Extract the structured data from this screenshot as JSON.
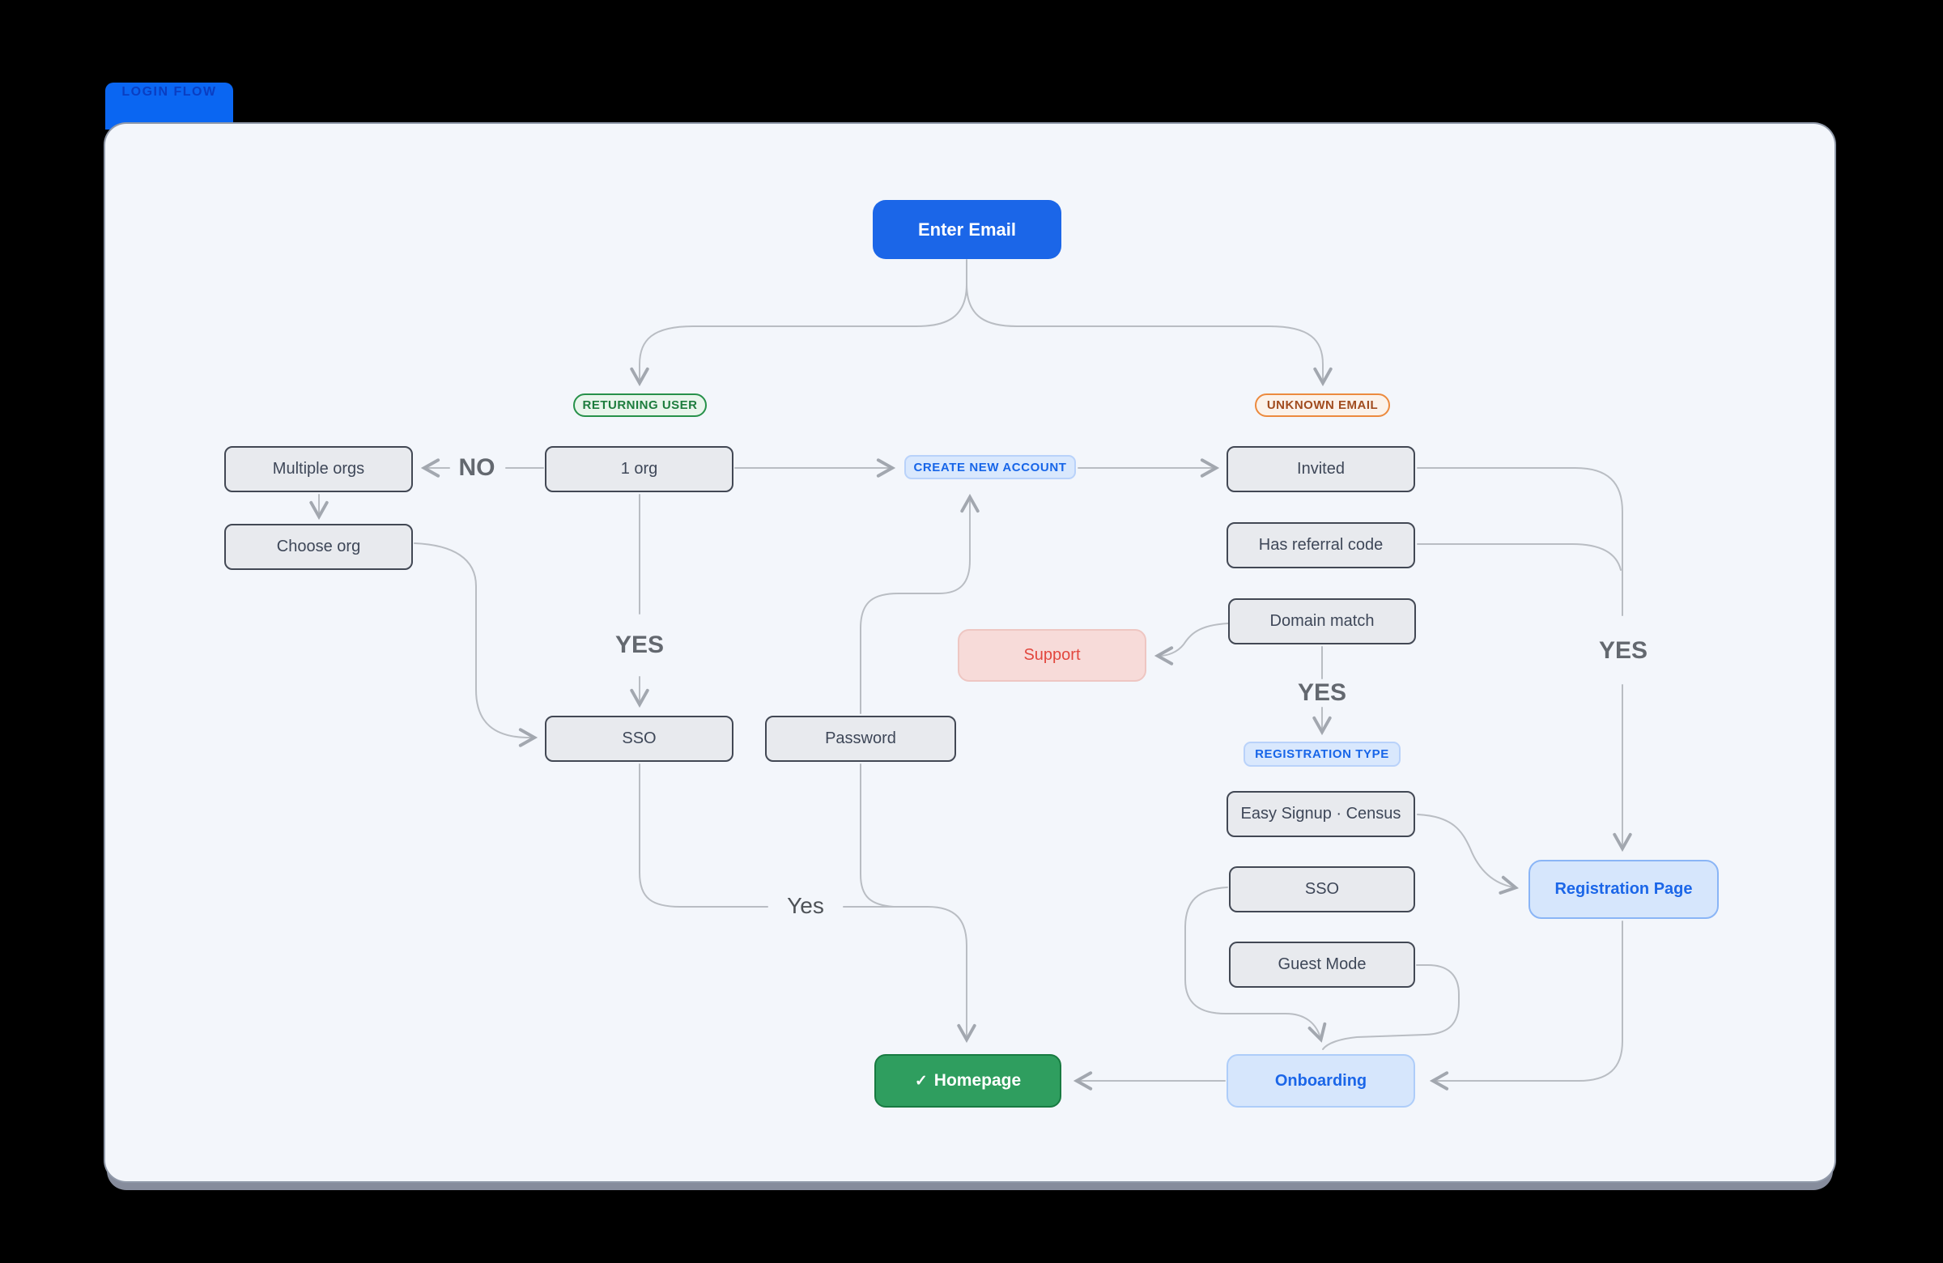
{
  "tab": {
    "title": "LOGIN FLOW"
  },
  "nodes": {
    "enter_email": {
      "label": "Enter Email"
    },
    "returning_user": {
      "label": "RETURNING USER"
    },
    "unknown_email": {
      "label": "UNKNOWN EMAIL"
    },
    "multiple_orgs": {
      "label": "Multiple orgs"
    },
    "one_org": {
      "label": "1 org"
    },
    "create_new_account": {
      "label": "CREATE NEW ACCOUNT"
    },
    "invited": {
      "label": "Invited"
    },
    "choose_org": {
      "label": "Choose org"
    },
    "has_referral_code": {
      "label": "Has referral code"
    },
    "domain_match": {
      "label": "Domain match"
    },
    "support": {
      "label": "Support"
    },
    "registration_type": {
      "label": "REGISTRATION TYPE"
    },
    "sso_login": {
      "label": "SSO"
    },
    "password": {
      "label": "Password"
    },
    "easy_signup": {
      "label": "Easy Signup · Census"
    },
    "sso_registration": {
      "label": "SSO"
    },
    "guest_mode": {
      "label": "Guest Mode"
    },
    "registration_page": {
      "label": "Registration Page"
    },
    "homepage": {
      "check": "✓",
      "label": "Homepage"
    },
    "onboarding": {
      "label": "Onboarding"
    }
  },
  "edge_labels": {
    "no": "NO",
    "yes_sso": "YES",
    "yes_domain": "YES",
    "yes_referral": "YES",
    "yes_homepage": "Yes"
  },
  "colors": {
    "primary_blue": "#1b66e8",
    "tab_blue": "#0a66f2",
    "success_green": "#2f9e5f",
    "badge_green_border": "#27914a",
    "badge_orange_border": "#ec8a3e",
    "danger_red": "#e2473e",
    "light_blue_fill": "#d6e6fc",
    "gray_node_fill": "#e8eaee",
    "connector_gray": "#b9bdc3",
    "canvas_bg": "#f3f6fb"
  }
}
